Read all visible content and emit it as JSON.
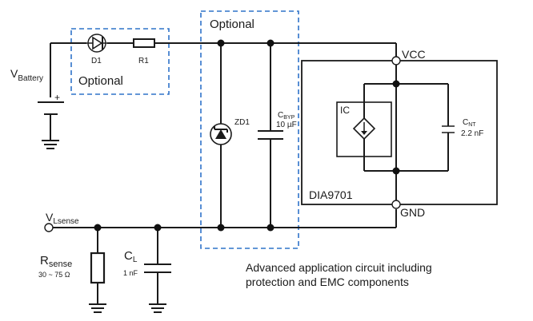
{
  "diagram": {
    "optional_left": "Optional",
    "optional_top": "Optional",
    "d1": "D1",
    "r1": "R1",
    "v_battery_main": "V",
    "v_battery_sub": "Battery",
    "plus": "+",
    "zd1": "ZD1",
    "cbyp_main": "C",
    "cbyp_sub": "BYP",
    "cbyp_value": "10 µF",
    "vcc": "VCC",
    "gnd": "GND",
    "ic": "IC",
    "cnt_main": "C",
    "cnt_sub": "NT",
    "cnt_value": "2.2 nF",
    "chip_name": "DIA9701",
    "vl_main": "V",
    "vl_sub": "Lsense",
    "rsense_main": "R",
    "rsense_sub": "sense",
    "rsense_value": "30 ~ 75 Ω",
    "cl_main": "C",
    "cl_sub": "L",
    "cl_value": "1 nF",
    "caption_line1": "Advanced application circuit including",
    "caption_line2": "protection and EMC components"
  },
  "colors": {
    "wire": "#1a1a1a",
    "optional_box": "#2f73c9",
    "background": "#ffffff"
  }
}
